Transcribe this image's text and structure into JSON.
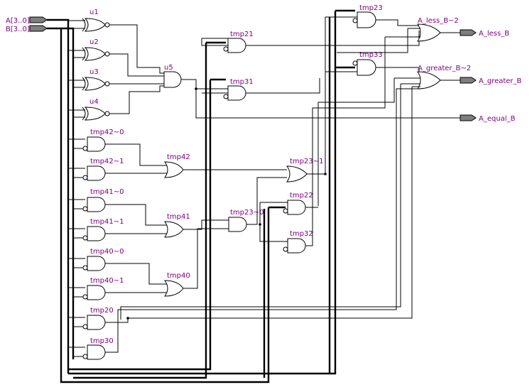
{
  "inputs": [
    {
      "name": "A[3..0]"
    },
    {
      "name": "B[3..0]"
    }
  ],
  "outputs": [
    {
      "name": "A_less_B"
    },
    {
      "name": "A_greater_B"
    },
    {
      "name": "A_equal_B"
    }
  ],
  "gates": {
    "u1": {
      "label": "u1",
      "type": "xnor"
    },
    "u2": {
      "label": "u2",
      "type": "xnor"
    },
    "u3": {
      "label": "u3",
      "type": "xnor"
    },
    "u4": {
      "label": "u4",
      "type": "xnor"
    },
    "u5": {
      "label": "u5",
      "type": "and"
    },
    "tmp21": {
      "label": "tmp21",
      "type": "and"
    },
    "tmp31": {
      "label": "tmp31",
      "type": "and"
    },
    "tmp23": {
      "label": "tmp23",
      "type": "and"
    },
    "tmp33": {
      "label": "tmp33",
      "type": "and"
    },
    "a_less_b_2": {
      "label": "A_less_B~2",
      "type": "or"
    },
    "a_greater_b_2": {
      "label": "A_greater_B~2",
      "type": "or"
    },
    "tmp42_0": {
      "label": "tmp42~0",
      "type": "and"
    },
    "tmp42_1": {
      "label": "tmp42~1",
      "type": "and"
    },
    "tmp42": {
      "label": "tmp42",
      "type": "or"
    },
    "tmp41_0": {
      "label": "tmp41~0",
      "type": "and"
    },
    "tmp41_1": {
      "label": "tmp41~1",
      "type": "and"
    },
    "tmp41": {
      "label": "tmp41",
      "type": "or"
    },
    "tmp40_0": {
      "label": "tmp40~0",
      "type": "and"
    },
    "tmp40_1": {
      "label": "tmp40~1",
      "type": "and"
    },
    "tmp40": {
      "label": "tmp40",
      "type": "or"
    },
    "tmp20": {
      "label": "tmp20",
      "type": "and"
    },
    "tmp30": {
      "label": "tmp30",
      "type": "and"
    },
    "tmp23_1": {
      "label": "tmp23~1",
      "type": "or"
    },
    "tmp23_0": {
      "label": "tmp23~0",
      "type": "and"
    },
    "tmp22": {
      "label": "tmp22",
      "type": "and"
    },
    "tmp32": {
      "label": "tmp32",
      "type": "and"
    }
  }
}
